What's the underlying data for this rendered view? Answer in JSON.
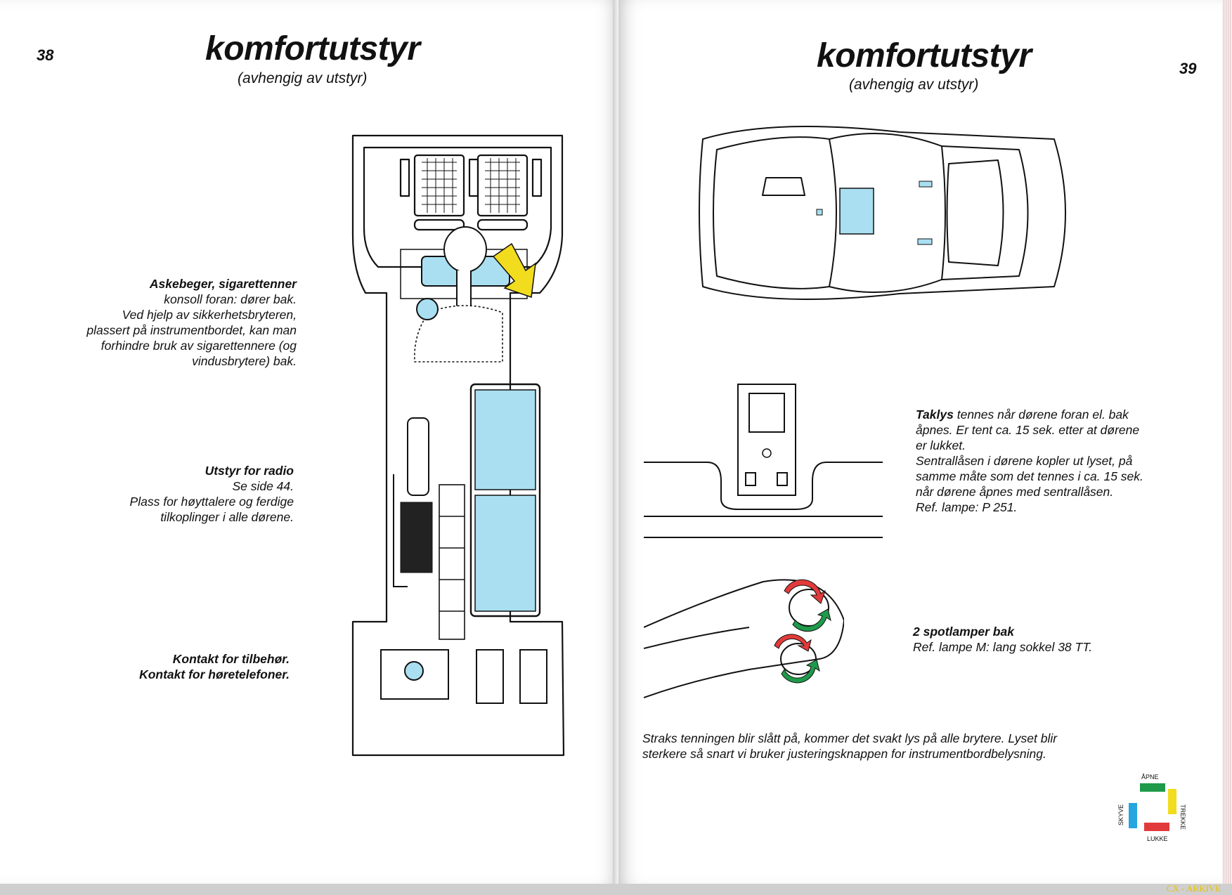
{
  "left_page": {
    "page_number": "38",
    "title": "komfortutstyr",
    "subtitle": "(avhengig av utstyr)",
    "captions": [
      {
        "heading": "Askebeger, sigarettenner",
        "lines": [
          "konsoll foran: dører bak.",
          "Ved hjelp av sikkerhetsbryteren,",
          "plassert på instrumentbordet, kan man",
          "forhindre bruk av sigarettennere (og",
          "vindusbrytere) bak."
        ]
      },
      {
        "heading": "Utstyr for radio",
        "lines": [
          "Se side 44.",
          "Plass for høyttalere og ferdige",
          "tilkoplinger i alle dørene."
        ]
      },
      {
        "heading": "Kontakt for tilbehør.",
        "lines": [
          "Kontakt for høretelefoner."
        ]
      }
    ]
  },
  "right_page": {
    "page_number": "39",
    "title": "komfortutstyr",
    "subtitle": "(avhengig av utstyr)",
    "taklys": {
      "heading": "Taklys",
      "first_line": "tennes når dørene foran el. bak",
      "lines": [
        "åpnes. Er tent ca. 15 sek. etter at dørene",
        "er lukket.",
        "Sentrallåsen i dørene kopler ut lyset, på",
        "samme måte som det tennes i ca. 15 sek.",
        "når dørene åpnes med sentrallåsen.",
        "Ref. lampe: P 251."
      ]
    },
    "spotlamper": {
      "heading": "2 spotlamper bak",
      "lines": [
        "Ref. lampe M: lang sokkel 38 TT."
      ]
    },
    "footer_lines": [
      "Straks tenningen blir slått på, kommer det svakt lys på alle brytere. Lyset blir",
      "sterkere så snart vi bruker justeringsknappen for instrumentbordbelysning."
    ],
    "legend": {
      "top": "ÅPNE",
      "right": "TREKKE",
      "left": "SKYVE",
      "bottom": "LUKKE",
      "colors": {
        "top": "#1f9a4a",
        "right": "#f2dc1e",
        "left": "#25a6df",
        "bottom": "#e23a3a"
      }
    },
    "watermark": "CX - ARKIVE"
  },
  "colors": {
    "highlight_blue": "#a9dff1",
    "arrow_yellow": "#f2dc1e"
  }
}
